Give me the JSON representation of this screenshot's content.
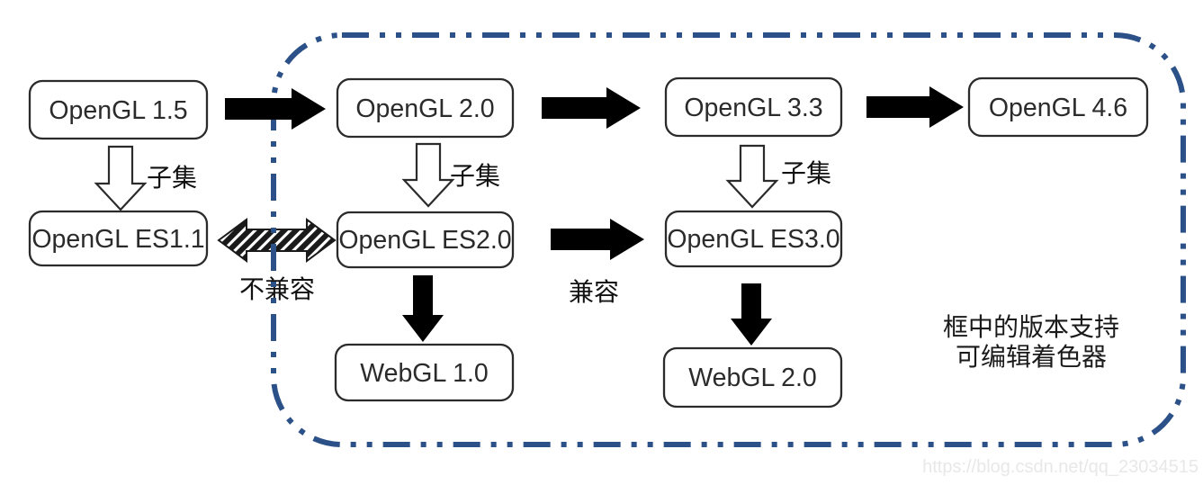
{
  "diagram": {
    "nodes": {
      "opengl_1_5": {
        "label": "OpenGL 1.5"
      },
      "opengl_2_0": {
        "label": "OpenGL 2.0"
      },
      "opengl_3_3": {
        "label": "OpenGL 3.3"
      },
      "opengl_4_6": {
        "label": "OpenGL 4.6"
      },
      "opengl_es_1_1": {
        "label": "OpenGL ES1.1"
      },
      "opengl_es_2_0": {
        "label": "OpenGL ES2.0"
      },
      "opengl_es_3_0": {
        "label": "OpenGL ES3.0"
      },
      "webgl_1_0": {
        "label": "WebGL 1.0"
      },
      "webgl_2_0": {
        "label": "WebGL 2.0"
      }
    },
    "edge_labels": {
      "subset_1": "子集",
      "subset_2": "子集",
      "subset_3": "子集",
      "incompatible": "不兼容",
      "compatible": "兼容"
    },
    "note": {
      "line1": "框中的版本支持",
      "line2": "可编辑着色器"
    },
    "watermark": "https://blog.csdn.net/qq_23034515",
    "colors": {
      "frame_border": "#2B5188",
      "arrow_fill": "#000000",
      "box_stroke": "#2b2b2b"
    }
  }
}
